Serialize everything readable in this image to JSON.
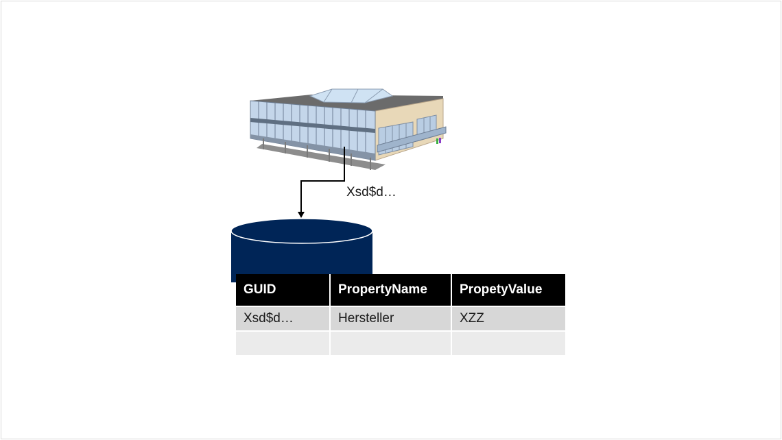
{
  "guid_label": "Xsd$d…",
  "table": {
    "headers": [
      "GUID",
      "PropertyName",
      "PropetyValue"
    ],
    "rows": [
      [
        "Xsd$d…",
        "Hersteller",
        "XZZ"
      ],
      [
        "",
        "",
        ""
      ]
    ]
  },
  "colors": {
    "database": "#002557",
    "header_bg": "#000000",
    "row1_bg": "#d7d7d7",
    "row2_bg": "#ebebeb"
  },
  "icons": [
    "building-icon",
    "database-icon",
    "connector-arrow"
  ]
}
